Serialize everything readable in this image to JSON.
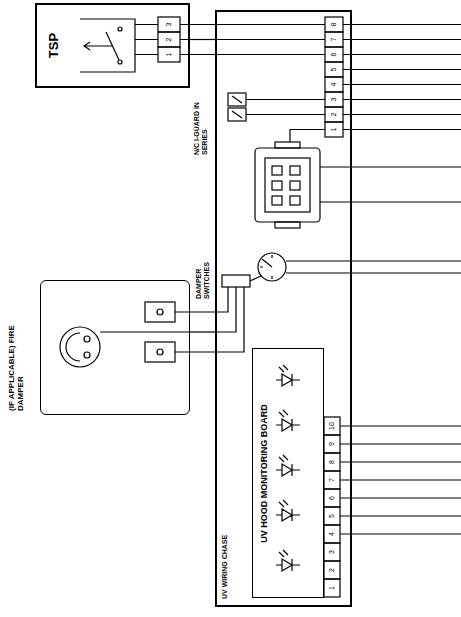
{
  "diagram": {
    "nodes": [
      {
        "text": [
          "TSP"
        ]
      },
      {
        "text": [
          "(IF APPLICABLE) FIRE DAMPER"
        ]
      },
      {
        "text": [
          "UV WIRING CHASE"
        ]
      },
      {
        "text": [
          "UV HOOD MONITORING BOARD"
        ],
        "in": 2
      }
    ],
    "edges": [
      {
        "from": 0,
        "to": 2,
        "arrow": "none"
      },
      {
        "from": 1,
        "to": 2,
        "arrow": "none"
      }
    ],
    "labels": [
      "DAMPER SWITCHES",
      "N/C I-GUARD IN SERIES",
      "1",
      "2",
      "3",
      "1",
      "2",
      "3",
      "4",
      "5",
      "6",
      "7",
      "8",
      "1",
      "2",
      "3",
      "4",
      "5",
      "6",
      "7",
      "8",
      "9",
      "10"
    ]
  }
}
